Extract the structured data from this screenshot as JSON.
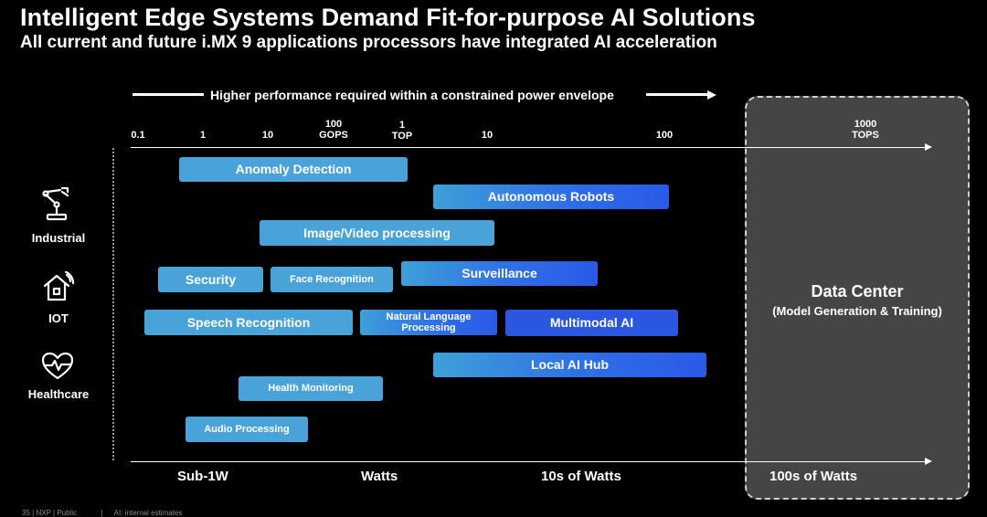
{
  "title": "Intelligent Edge Systems Demand Fit-for-purpose AI Solutions",
  "subtitle": "All current and future i.MX 9 applications processors have integrated AI acceleration",
  "performance_arrow_text": "Higher performance required within a constrained power envelope",
  "ticks": [
    "0.1",
    "1",
    "10",
    "100\nGOPS",
    "1\nTOP",
    "10",
    "100",
    "1000\nTOPS"
  ],
  "categories": [
    "Industrial",
    "IOT",
    "Healthcare"
  ],
  "icons": [
    "robot-arm-icon",
    "smart-home-icon",
    "heart-pulse-icon"
  ],
  "bars": {
    "anomaly": "Anomaly Detection",
    "robots": "Autonomous Robots",
    "image": "Image/Video processing",
    "security": "Security",
    "face": "Face Recognition",
    "surveillance": "Surveillance",
    "speech": "Speech Recognition",
    "nlp": "Natural Language\nProcessing",
    "multimodal": "Multimodal AI",
    "hub": "Local AI Hub",
    "health": "Health Monitoring",
    "audio": "Audio Processing"
  },
  "data_center": {
    "title": "Data Center",
    "subtitle": "(Model Generation & Training)"
  },
  "power_labels": [
    "Sub-1W",
    "Watts",
    "10s of Watts",
    "100s of Watts"
  ],
  "footer": {
    "page": "35",
    "company": "NXP",
    "classification": "Public",
    "note": "AI: internal estimates"
  },
  "colors": {
    "background": "#000000",
    "light_bar": "#4aa3d8",
    "blue_bar": "#2b56e0",
    "data_center_box": "#454545"
  }
}
